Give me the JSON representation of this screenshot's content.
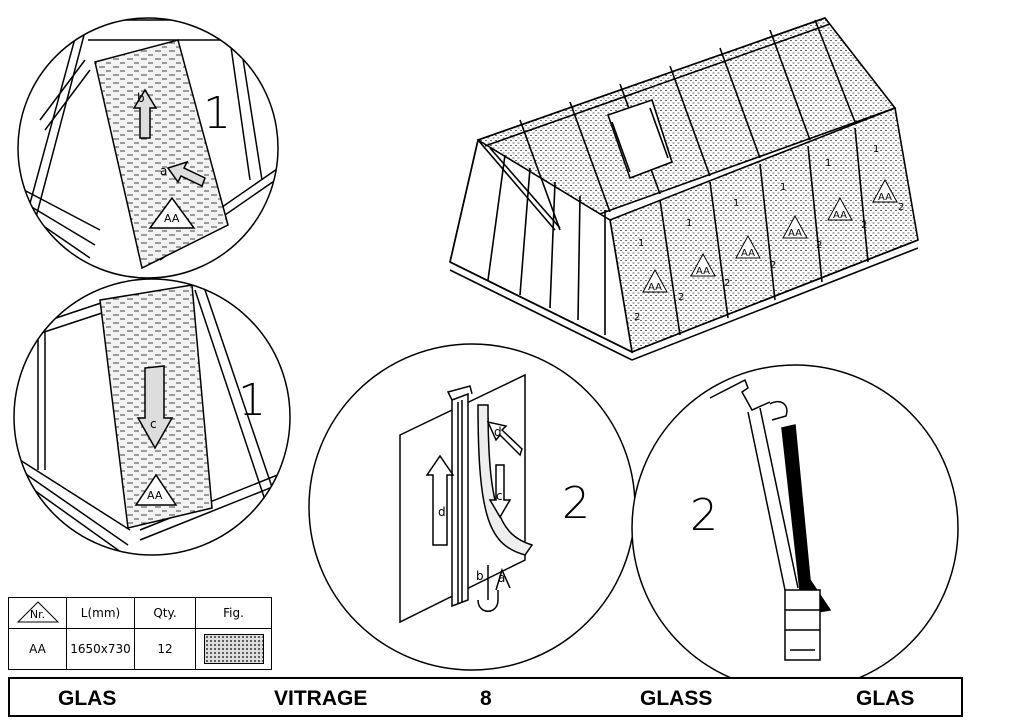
{
  "step_labels": {
    "detail_top": "1",
    "detail_middle": "1",
    "detail_clip": "2",
    "detail_profile": "2"
  },
  "arrow_labels": {
    "b": "b",
    "a": "a",
    "c": "c",
    "d": "d"
  },
  "panel_marks": {
    "one": "1",
    "two": "2",
    "panel_code": "AA"
  },
  "parts_table": {
    "headers": {
      "nr": "Nr.",
      "length": "L(mm)",
      "qty": "Qty.",
      "fig": "Fig."
    },
    "rows": [
      {
        "nr": "AA",
        "length": "1650x730",
        "qty": "12"
      }
    ]
  },
  "footer": {
    "label_1": "GLAS",
    "label_2": "VITRAGE",
    "page": "8",
    "label_3": "GLASS",
    "label_4": "GLAS"
  }
}
